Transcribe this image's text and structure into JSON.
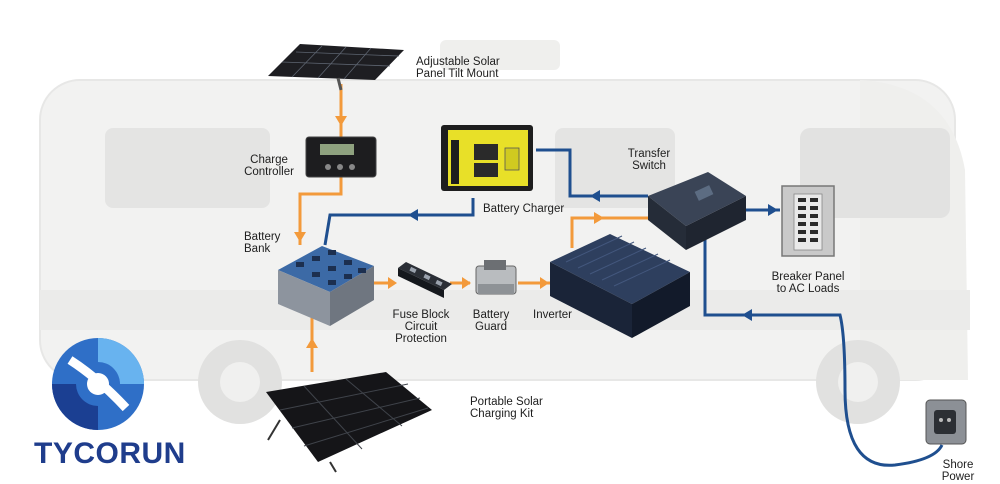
{
  "brand": {
    "name": "TYCORUN"
  },
  "colors": {
    "dc_line": "#f39a3b",
    "ac_line": "#1f4f8f",
    "rv_body": "#eeeeec",
    "brand_blue": "#1f3d8c"
  },
  "labels": {
    "solar_mount": "Adjustable Solar\nPanel Tilt Mount",
    "charge_controller": "Charge\nController",
    "battery_charger": "Battery Charger",
    "transfer_switch": "Transfer\nSwitch",
    "battery_bank": "Battery\nBank",
    "fuse_block": "Fuse Block\nCircuit\nProtection",
    "battery_guard": "Battery\nGuard",
    "inverter": "Inverter",
    "breaker_panel": "Breaker Panel\nto AC Loads",
    "portable_solar": "Portable Solar\nCharging Kit",
    "shore_power": "Shore\nPower"
  }
}
